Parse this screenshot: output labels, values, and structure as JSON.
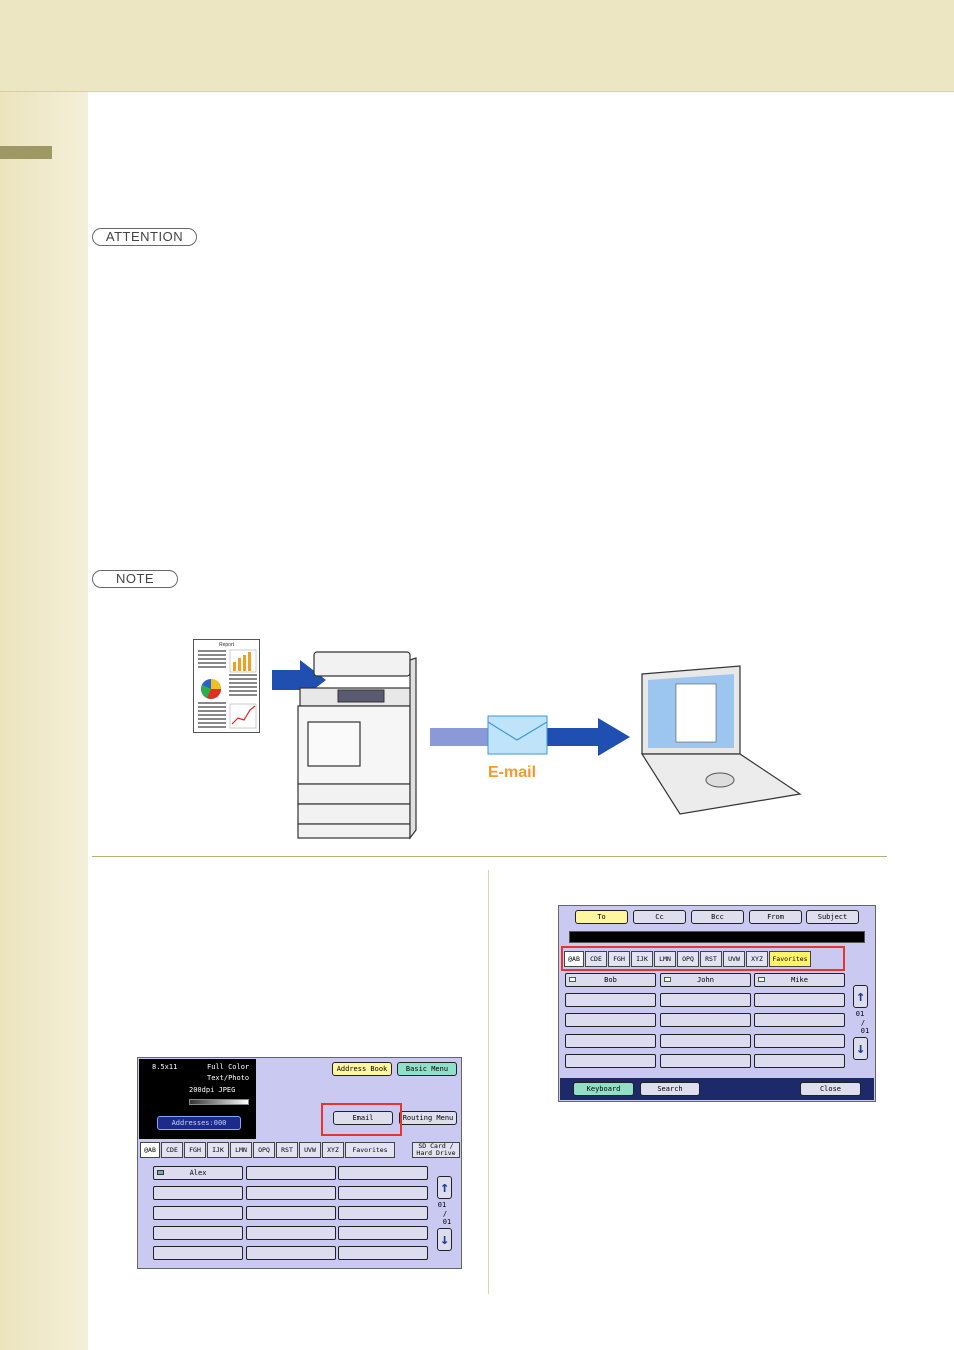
{
  "badges": {
    "attention": "ATTENTION",
    "note": "NOTE"
  },
  "diagram": {
    "report_title": "Report",
    "email_label": "E-mail"
  },
  "screen1": {
    "paper": "8.5x11",
    "color": "Full Color",
    "mode": "Text/Photo",
    "resolution": "200dpi JPEG",
    "addresses": "Addresses:000",
    "buttons": {
      "address_book": "Address Book",
      "basic_menu": "Basic Menu",
      "email": "Email",
      "routing_menu": "Routing Menu"
    },
    "tabs": [
      "@AB",
      "CDE",
      "FGH",
      "IJK",
      "LMN",
      "OPQ",
      "RST",
      "UVW",
      "XYZ",
      "Favorites"
    ],
    "tab_sd_line1": "SD Card /",
    "tab_sd_line2": "Hard Drive",
    "entry": "Alex",
    "page_top": "01",
    "page_sep": "/",
    "page_bottom": "01"
  },
  "screen2": {
    "fields": [
      "To",
      "Cc",
      "Bcc",
      "From",
      "Subject"
    ],
    "tabs": [
      "@AB",
      "CDE",
      "FGH",
      "IJK",
      "LMN",
      "OPQ",
      "RST",
      "UVW",
      "XYZ",
      "Favorites"
    ],
    "entries": [
      "Bob",
      "John",
      "Mike"
    ],
    "page_top": "01",
    "page_sep": "/",
    "page_bottom": "01",
    "bottom_buttons": {
      "keyboard": "Keyboard",
      "search": "Search",
      "close": "Close"
    }
  }
}
